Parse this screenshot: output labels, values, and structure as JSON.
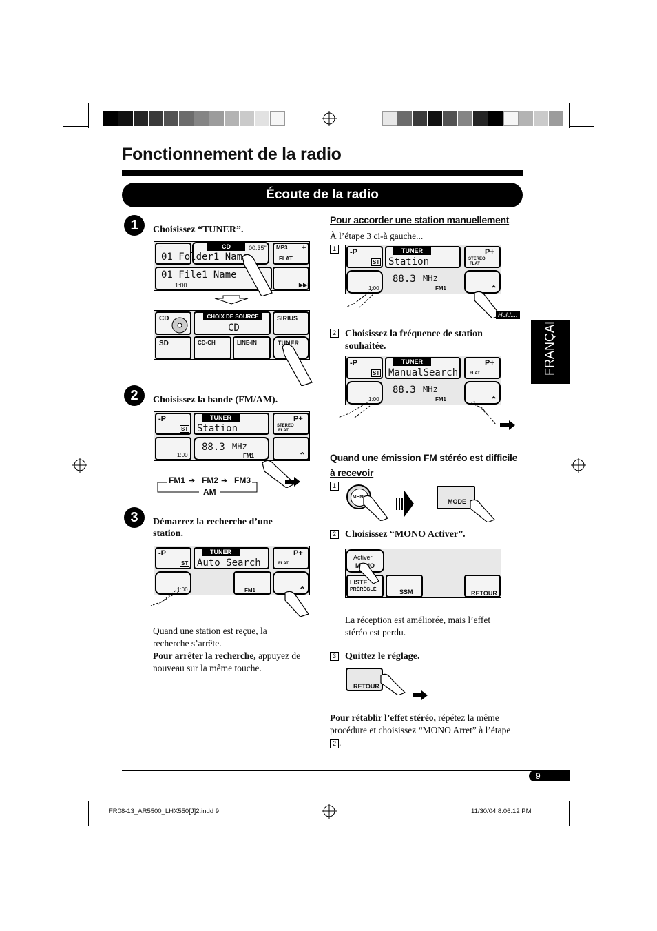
{
  "page": {
    "title": "Fonctionnement de la radio",
    "section": "Écoute de la radio",
    "side_tab": "FRANÇAIS",
    "page_number": "9",
    "footer_left": "FR08-13_AR5500_LHX550[J]2.indd   9",
    "footer_right": "11/30/04   8:06:12 PM"
  },
  "left": {
    "step1": {
      "num": "1",
      "label": "Choisissez “TUNER”."
    },
    "step2": {
      "num": "2",
      "label": "Choisissez la bande (FM/AM)."
    },
    "step3": {
      "num": "3",
      "label": "Démarrez la recherche d’une station."
    },
    "step3_note1": "Quand une station est reçue, la recherche s’arrête.",
    "step3_note2_bold": "Pour arrêter la recherche,",
    "step3_note2_rest": " appuyez de nouveau sur la même touche.",
    "band_cycle": {
      "fm1": "FM1",
      "fm2": "FM2",
      "fm3": "FM3",
      "am": "AM"
    }
  },
  "screens": {
    "cd": {
      "header": "CD",
      "time": "00:35\"",
      "line1": "01 Folder1 Name",
      "line2": "01 File1 Name",
      "elapsed": "1:00",
      "mp3": "MP3",
      "flat": "FLAT"
    },
    "source": {
      "header": "CHOIX DE SOURCE",
      "current": "CD",
      "cd": "CD",
      "sirius": "SIRIUS",
      "sd": "SD",
      "cdch": "CD-CH",
      "linein": "LINE-IN",
      "tuner": "TUNER"
    },
    "tuner_station": {
      "header": "TUNER",
      "mode": "Station",
      "freq": "88.3",
      "unit": "MHz",
      "band": "FM1",
      "elapsed": "1:00",
      "p_minus": "-P",
      "p_plus": "P+",
      "st": "ST",
      "stereo": "STEREO",
      "flat": "FLAT"
    },
    "tuner_auto": {
      "mode": "Auto Search"
    },
    "tuner_manual": {
      "mode": "ManualSearch"
    }
  },
  "right": {
    "manual_heading": "Pour accorder une station manuellement",
    "manual_intro": "À l’étape 3 ci-à gauche...",
    "manual_step1_num": "1",
    "hold": "Hold....",
    "manual_step2_num": "2",
    "manual_step2": "Choisissez la fréquence de station souhaitée.",
    "stereo_heading": "Quand une émission FM stéréo est difficile à recevoir",
    "stereo_step1_num": "1",
    "menu": "MENU",
    "mode": "MODE",
    "stereo_step2_num": "2",
    "stereo_step2": "Choisissez “MONO Activer”.",
    "mono_activer": "Activer",
    "mono": "MONO",
    "liste": "LISTE",
    "preregl": "PRÉRÉGLÉ",
    "ssm": "SSM",
    "retour": "RETOUR",
    "stereo_note": "La réception est améliorée, mais l’effet stéréo est perdu.",
    "stereo_step3_num": "3",
    "stereo_step3": "Quittez le réglage.",
    "restore_bold": "Pour rétablir l’effet stéréo,",
    "restore_rest": " répétez la même procédure et choisissez “MONO Arret” à l’étape ",
    "restore_step": "2"
  },
  "colors": {
    "ink": "#000000",
    "screen": "#e8e8e8"
  }
}
